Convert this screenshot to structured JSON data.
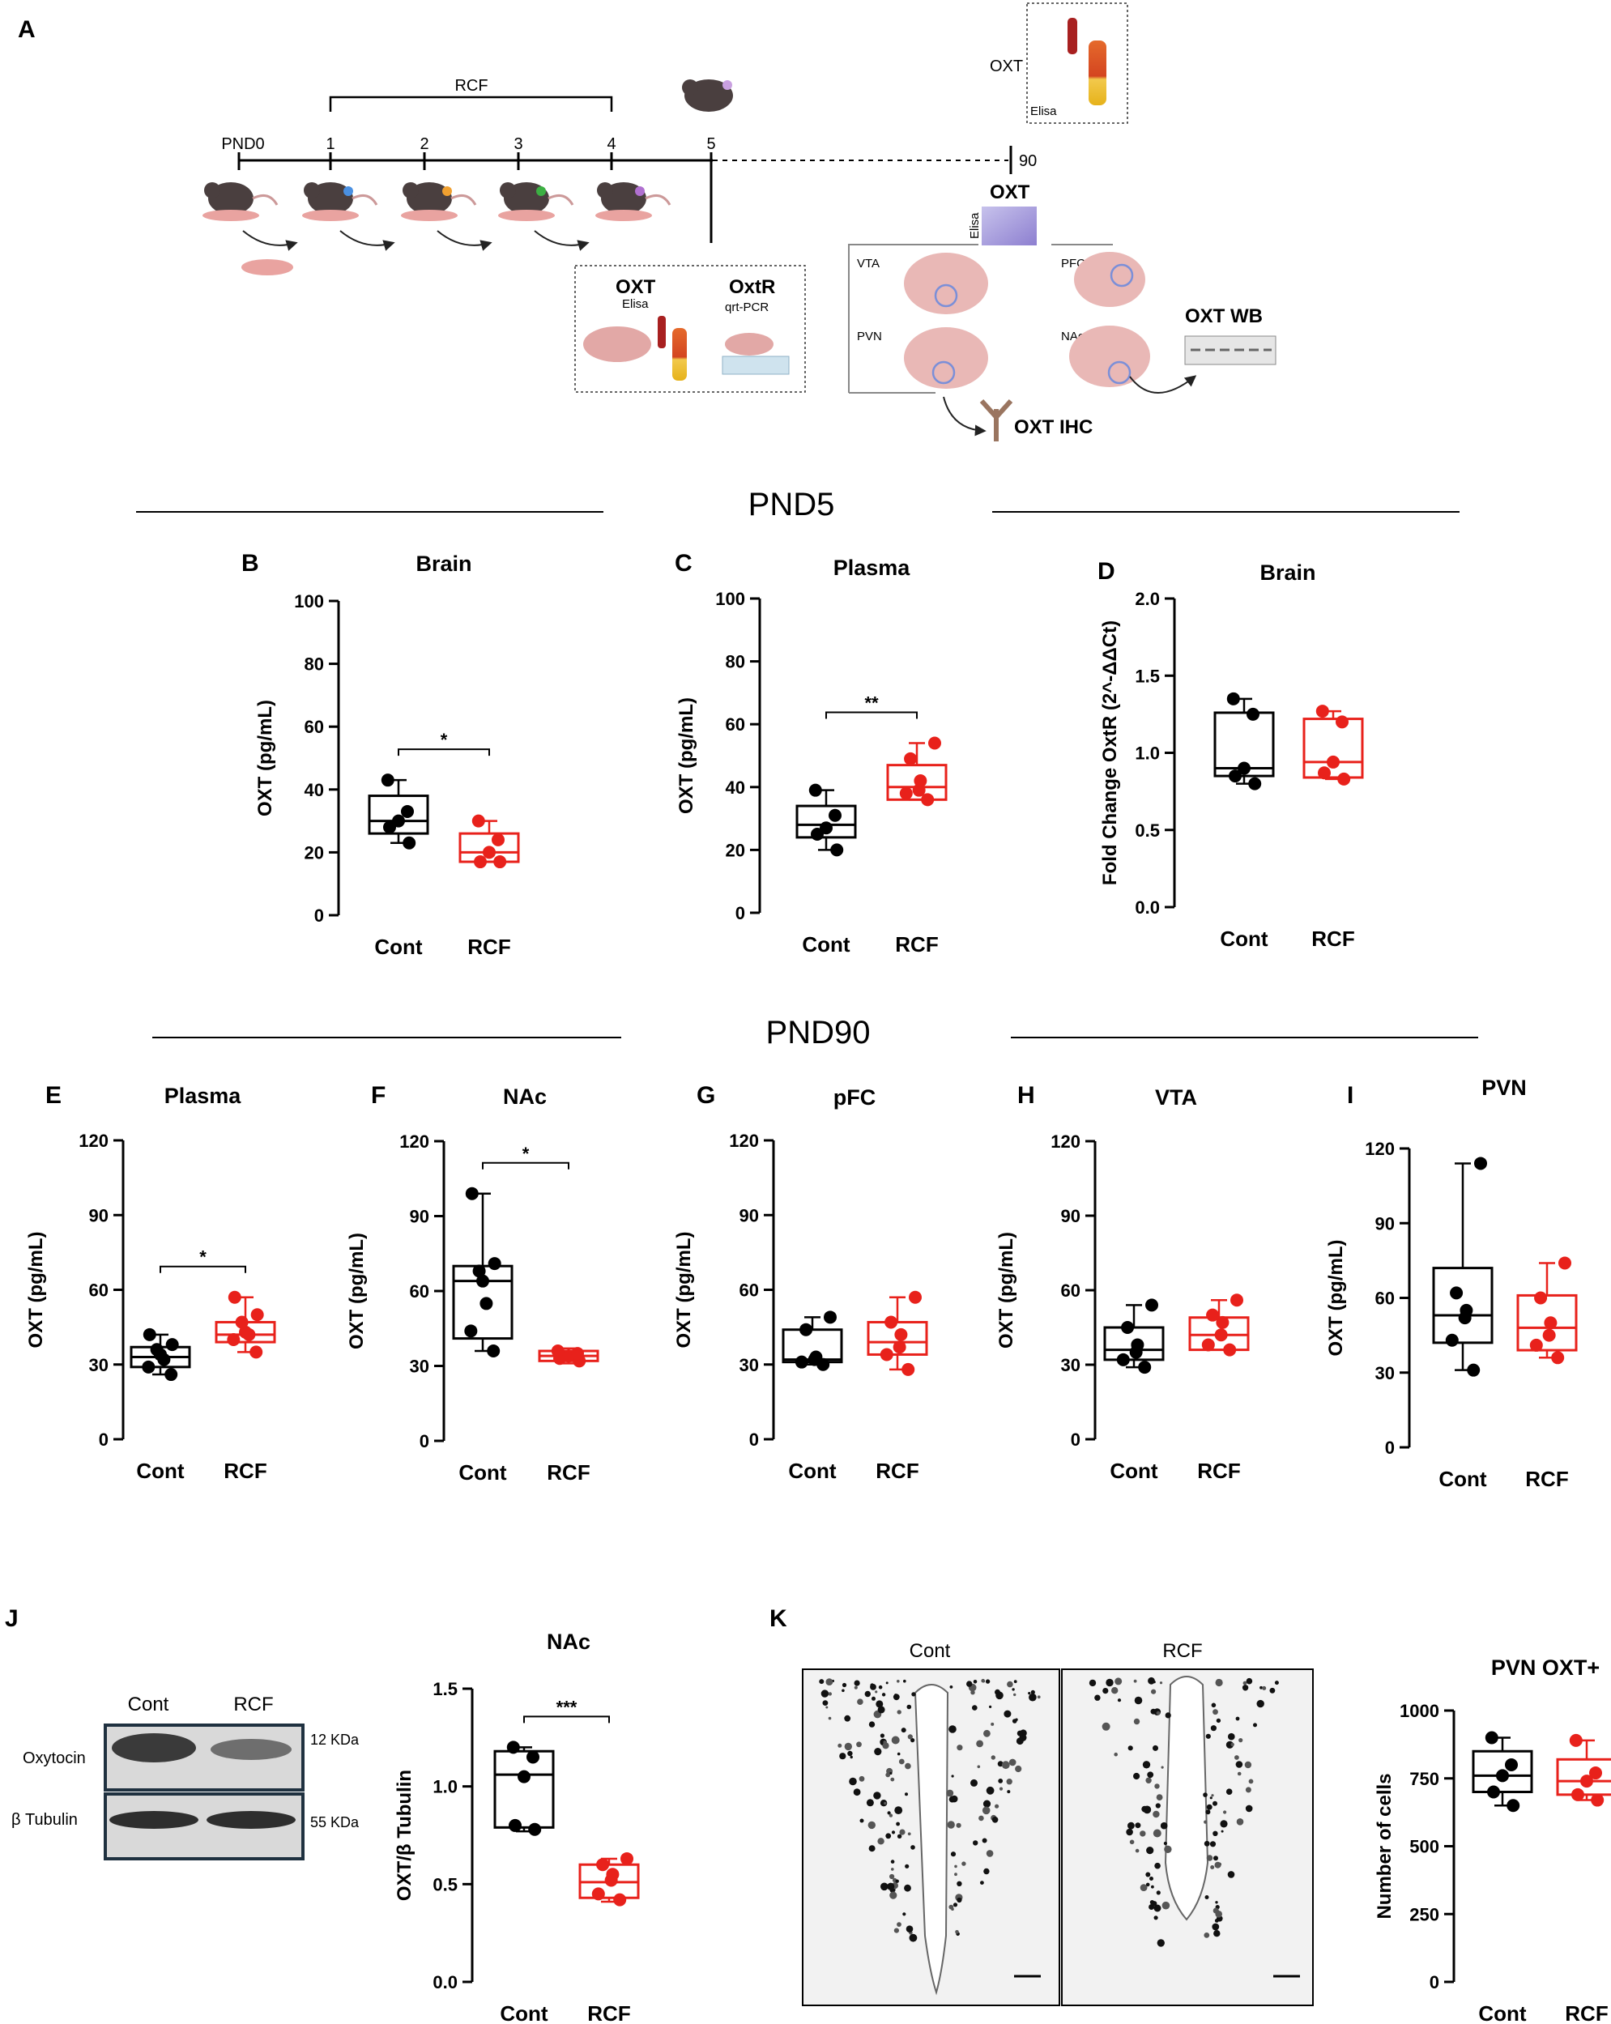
{
  "colors": {
    "control": "#000000",
    "rcf": "#e8211b",
    "brain_tissue": "#e9b8b6",
    "roi_circle": "#7b8fd8",
    "mouse": "#4a3f3f"
  },
  "panel_letters": [
    "A",
    "B",
    "C",
    "D",
    "E",
    "F",
    "G",
    "H",
    "I",
    "J",
    "K"
  ],
  "schematic": {
    "rcf_label": "RCF",
    "timeline": [
      "PND0",
      "1",
      "2",
      "3",
      "4",
      "5",
      "90"
    ],
    "plasma_box": {
      "title": "OXT",
      "sub": "Elisa"
    },
    "pnd5_box": {
      "oxt": "OXT",
      "oxt_sub": "Elisa",
      "oxtr": "OxtR",
      "oxtr_sub": "qrt-PCR"
    },
    "brain_box": {
      "oxt": "OXT",
      "elisa": "Elisa",
      "regions": [
        "VTA",
        "PFC",
        "PVN",
        "NAc"
      ]
    },
    "wb_label": "OXT WB",
    "ihc_label": "OXT IHC"
  },
  "sections": {
    "pnd5": "PND5",
    "pnd90": "PND90"
  },
  "western": {
    "lanes": [
      "Cont",
      "RCF"
    ],
    "bands": [
      {
        "name": "Oxytocin",
        "size": "12 KDa"
      },
      {
        "name": "β Tubulin",
        "size": "55 KDa"
      }
    ]
  },
  "micrographs": {
    "labels": [
      "Cont",
      "RCF"
    ]
  },
  "chart_data": [
    {
      "id": "B",
      "type": "box",
      "title": "Brain",
      "ylabel": "OXT (pg/mL)",
      "ylim": [
        0,
        100
      ],
      "yticks": [
        0,
        20,
        40,
        60,
        80,
        100
      ],
      "categories": [
        "Cont",
        "RCF"
      ],
      "significance": "*",
      "series": [
        {
          "name": "Cont",
          "box": {
            "min": 23,
            "q1": 26,
            "median": 30,
            "q3": 38,
            "max": 43
          },
          "points": [
            23,
            28,
            30,
            33,
            43
          ]
        },
        {
          "name": "RCF",
          "box": {
            "min": 17,
            "q1": 17,
            "median": 20,
            "q3": 26,
            "max": 30
          },
          "points": [
            17,
            17,
            20,
            24,
            30
          ]
        }
      ]
    },
    {
      "id": "C",
      "type": "box",
      "title": "Plasma",
      "ylabel": "OXT (pg/mL)",
      "ylim": [
        0,
        100
      ],
      "yticks": [
        0,
        20,
        40,
        60,
        80,
        100
      ],
      "categories": [
        "Cont",
        "RCF"
      ],
      "significance": "**",
      "series": [
        {
          "name": "Cont",
          "box": {
            "min": 20,
            "q1": 24,
            "median": 28,
            "q3": 34,
            "max": 39
          },
          "points": [
            20,
            25,
            27,
            31,
            39
          ]
        },
        {
          "name": "RCF",
          "box": {
            "min": 36,
            "q1": 36,
            "median": 40,
            "q3": 47,
            "max": 54
          },
          "points": [
            36,
            38,
            39,
            42,
            49,
            54
          ]
        }
      ]
    },
    {
      "id": "D",
      "type": "box",
      "title": "Brain",
      "ylabel": "Fold  Change OxtR (2^-ΔΔCt)",
      "ylim": [
        0,
        2.0
      ],
      "yticks": [
        0.0,
        0.5,
        1.0,
        1.5,
        2.0
      ],
      "categories": [
        "Cont",
        "RCF"
      ],
      "significance": "",
      "series": [
        {
          "name": "Cont",
          "box": {
            "min": 0.8,
            "q1": 0.85,
            "median": 0.9,
            "q3": 1.26,
            "max": 1.35
          },
          "points": [
            0.8,
            0.85,
            0.9,
            1.25,
            1.35
          ]
        },
        {
          "name": "RCF",
          "box": {
            "min": 0.83,
            "q1": 0.84,
            "median": 0.94,
            "q3": 1.22,
            "max": 1.27
          },
          "points": [
            0.83,
            0.87,
            0.94,
            1.2,
            1.27
          ]
        }
      ]
    },
    {
      "id": "E",
      "type": "box",
      "title": "Plasma",
      "ylabel": "OXT (pg/mL)",
      "ylim": [
        0,
        120
      ],
      "yticks": [
        0,
        30,
        60,
        90,
        120
      ],
      "categories": [
        "Cont",
        "RCF"
      ],
      "significance": "*",
      "series": [
        {
          "name": "Cont",
          "box": {
            "min": 26,
            "q1": 29,
            "median": 33,
            "q3": 37,
            "max": 42
          },
          "points": [
            26,
            29,
            32,
            34,
            36,
            38,
            42
          ]
        },
        {
          "name": "RCF",
          "box": {
            "min": 35,
            "q1": 39,
            "median": 42,
            "q3": 47,
            "max": 57
          },
          "points": [
            35,
            40,
            42,
            43,
            47,
            50,
            57
          ]
        }
      ]
    },
    {
      "id": "F",
      "type": "box",
      "title": "NAc",
      "ylabel": "OXT (pg/mL)",
      "ylim": [
        0,
        120
      ],
      "yticks": [
        0,
        30,
        60,
        90,
        120
      ],
      "categories": [
        "Cont",
        "RCF"
      ],
      "significance": "*",
      "series": [
        {
          "name": "Cont",
          "box": {
            "min": 36,
            "q1": 41,
            "median": 64,
            "q3": 70,
            "max": 99
          },
          "points": [
            36,
            44,
            55,
            64,
            68,
            71,
            99
          ]
        },
        {
          "name": "RCF",
          "box": {
            "min": 31,
            "q1": 32,
            "median": 34,
            "q3": 36,
            "max": 37
          },
          "points": [
            32,
            33,
            34,
            35,
            36
          ]
        }
      ]
    },
    {
      "id": "G",
      "type": "box",
      "title": "pFC",
      "ylabel": "OXT (pg/mL)",
      "ylim": [
        0,
        120
      ],
      "yticks": [
        0,
        30,
        60,
        90,
        120
      ],
      "categories": [
        "Cont",
        "RCF"
      ],
      "significance": "",
      "series": [
        {
          "name": "Cont",
          "box": {
            "min": 30,
            "q1": 31,
            "median": 32,
            "q3": 44,
            "max": 49
          },
          "points": [
            30,
            31,
            32,
            33,
            44,
            49
          ]
        },
        {
          "name": "RCF",
          "box": {
            "min": 28,
            "q1": 34,
            "median": 39,
            "q3": 47,
            "max": 57
          },
          "points": [
            28,
            34,
            37,
            42,
            47,
            57
          ]
        }
      ]
    },
    {
      "id": "H",
      "type": "box",
      "title": "VTA",
      "ylabel": "OXT (pg/mL)",
      "ylim": [
        0,
        120
      ],
      "yticks": [
        0,
        30,
        60,
        90,
        120
      ],
      "categories": [
        "Cont",
        "RCF"
      ],
      "significance": "",
      "series": [
        {
          "name": "Cont",
          "box": {
            "min": 29,
            "q1": 32,
            "median": 36,
            "q3": 45,
            "max": 54
          },
          "points": [
            29,
            32,
            35,
            38,
            45,
            54
          ]
        },
        {
          "name": "RCF",
          "box": {
            "min": 36,
            "q1": 36,
            "median": 42,
            "q3": 49,
            "max": 56
          },
          "points": [
            36,
            38,
            42,
            47,
            50,
            56
          ]
        }
      ]
    },
    {
      "id": "I",
      "type": "box",
      "title": "PVN",
      "ylabel": "OXT (pg/mL)",
      "ylim": [
        0,
        120
      ],
      "yticks": [
        0,
        30,
        60,
        90,
        120
      ],
      "categories": [
        "Cont",
        "RCF"
      ],
      "significance": "",
      "series": [
        {
          "name": "Cont",
          "box": {
            "min": 31,
            "q1": 42,
            "median": 53,
            "q3": 72,
            "max": 114
          },
          "points": [
            31,
            43,
            52,
            55,
            62,
            114
          ]
        },
        {
          "name": "RCF",
          "box": {
            "min": 36,
            "q1": 39,
            "median": 48,
            "q3": 61,
            "max": 74
          },
          "points": [
            36,
            41,
            45,
            50,
            60,
            74
          ]
        }
      ]
    },
    {
      "id": "J",
      "type": "box",
      "title": "NAc",
      "ylabel": "OXT/β Tubulin",
      "ylim": [
        0,
        1.5
      ],
      "yticks": [
        0.0,
        0.5,
        1.0,
        1.5
      ],
      "categories": [
        "Cont",
        "RCF"
      ],
      "significance": "***",
      "series": [
        {
          "name": "Cont",
          "box": {
            "min": 0.77,
            "q1": 0.79,
            "median": 1.06,
            "q3": 1.18,
            "max": 1.2
          },
          "points": [
            0.78,
            0.8,
            1.05,
            1.15,
            1.2
          ]
        },
        {
          "name": "RCF",
          "box": {
            "min": 0.41,
            "q1": 0.43,
            "median": 0.51,
            "q3": 0.6,
            "max": 0.63
          },
          "points": [
            0.42,
            0.45,
            0.52,
            0.55,
            0.6,
            0.63
          ]
        }
      ]
    },
    {
      "id": "K",
      "type": "box",
      "title": "PVN OXT+",
      "ylabel": "Number of cells",
      "ylim": [
        0,
        1000
      ],
      "yticks": [
        0,
        250,
        500,
        750,
        1000
      ],
      "categories": [
        "Cont",
        "RCF"
      ],
      "significance": "",
      "series": [
        {
          "name": "Cont",
          "box": {
            "min": 650,
            "q1": 700,
            "median": 760,
            "q3": 850,
            "max": 900
          },
          "points": [
            650,
            700,
            760,
            800,
            900
          ]
        },
        {
          "name": "RCF",
          "box": {
            "min": 670,
            "q1": 690,
            "median": 740,
            "q3": 820,
            "max": 890
          },
          "points": [
            670,
            690,
            740,
            770,
            890
          ]
        }
      ]
    }
  ]
}
